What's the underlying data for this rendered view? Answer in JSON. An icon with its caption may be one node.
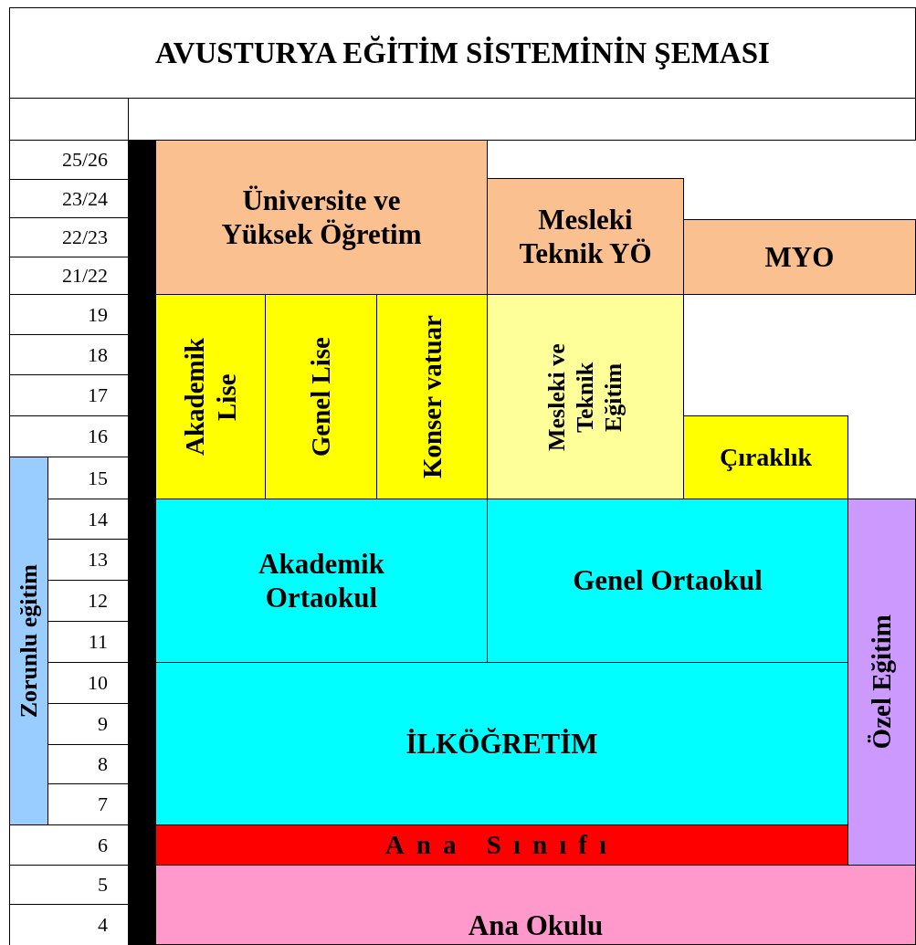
{
  "diagram": {
    "title": "AVUSTURYA EĞİTİM SİSTEMİNİN ŞEMASI",
    "nodes": [
      {
        "text": [
          "Üniversite ve Yüksek Öğretim"
        ]
      },
      {
        "text": [
          "Mesleki Teknik YÖ"
        ]
      },
      {
        "text": [
          "MYO"
        ]
      },
      {
        "text": [
          "Akademik Lise"
        ]
      },
      {
        "text": [
          "Genel Lise"
        ]
      },
      {
        "text": [
          "Konser vatuar"
        ]
      },
      {
        "text": [
          "Mesleki ve Teknik Eğitim"
        ]
      },
      {
        "text": [
          "Çıraklık"
        ]
      },
      {
        "text": [
          "Zorunlu eğitim"
        ]
      },
      {
        "text": [
          "Akademik Ortaokul"
        ]
      },
      {
        "text": [
          "Genel Ortaokul"
        ]
      },
      {
        "text": [
          "Özel Eğitim"
        ]
      },
      {
        "text": [
          "İLKÖĞRETİM"
        ]
      },
      {
        "text": [
          "Ana Sınıfı"
        ]
      },
      {
        "text": [
          "Ana Okulu"
        ]
      },
      {
        "text": [],
        "shape": "bar"
      }
    ],
    "labels": [
      "25/26",
      "23/24",
      "22/23",
      "21/22",
      "19",
      "18",
      "17",
      "16",
      "15",
      "14",
      "13",
      "12",
      "11",
      "10",
      "9",
      "8",
      "7",
      "6",
      "5",
      "4"
    ]
  }
}
